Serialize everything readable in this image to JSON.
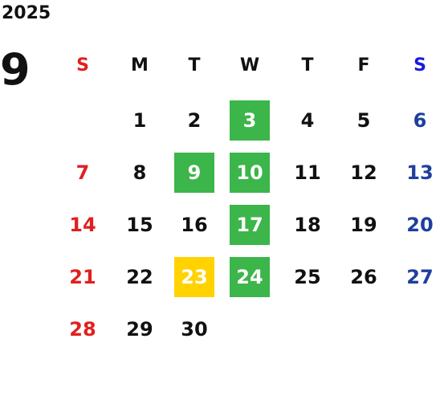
{
  "calendar": {
    "year": "2025",
    "month": "9",
    "weekdays": [
      "S",
      "M",
      "T",
      "W",
      "T",
      "F",
      "S"
    ],
    "days": [
      [
        "",
        "1",
        "2",
        "3",
        "4",
        "5",
        "6"
      ],
      [
        "7",
        "8",
        "9",
        "10",
        "11",
        "12",
        "13"
      ],
      [
        "14",
        "15",
        "16",
        "17",
        "18",
        "19",
        "20"
      ],
      [
        "21",
        "22",
        "23",
        "24",
        "25",
        "26",
        "27"
      ],
      [
        "28",
        "29",
        "30",
        "",
        "",
        "",
        ""
      ]
    ],
    "highlighted_green": [
      "3",
      "9",
      "10",
      "17",
      "24"
    ],
    "highlighted_yellow": [
      "23"
    ]
  },
  "colors": {
    "sunday": "#e02020",
    "saturday_header": "#1a1adc",
    "saturday_days": "#1e3f9e",
    "weekday_text": "#111111",
    "green_highlight": "#3cb54a",
    "yellow_highlight": "#ffd200"
  }
}
